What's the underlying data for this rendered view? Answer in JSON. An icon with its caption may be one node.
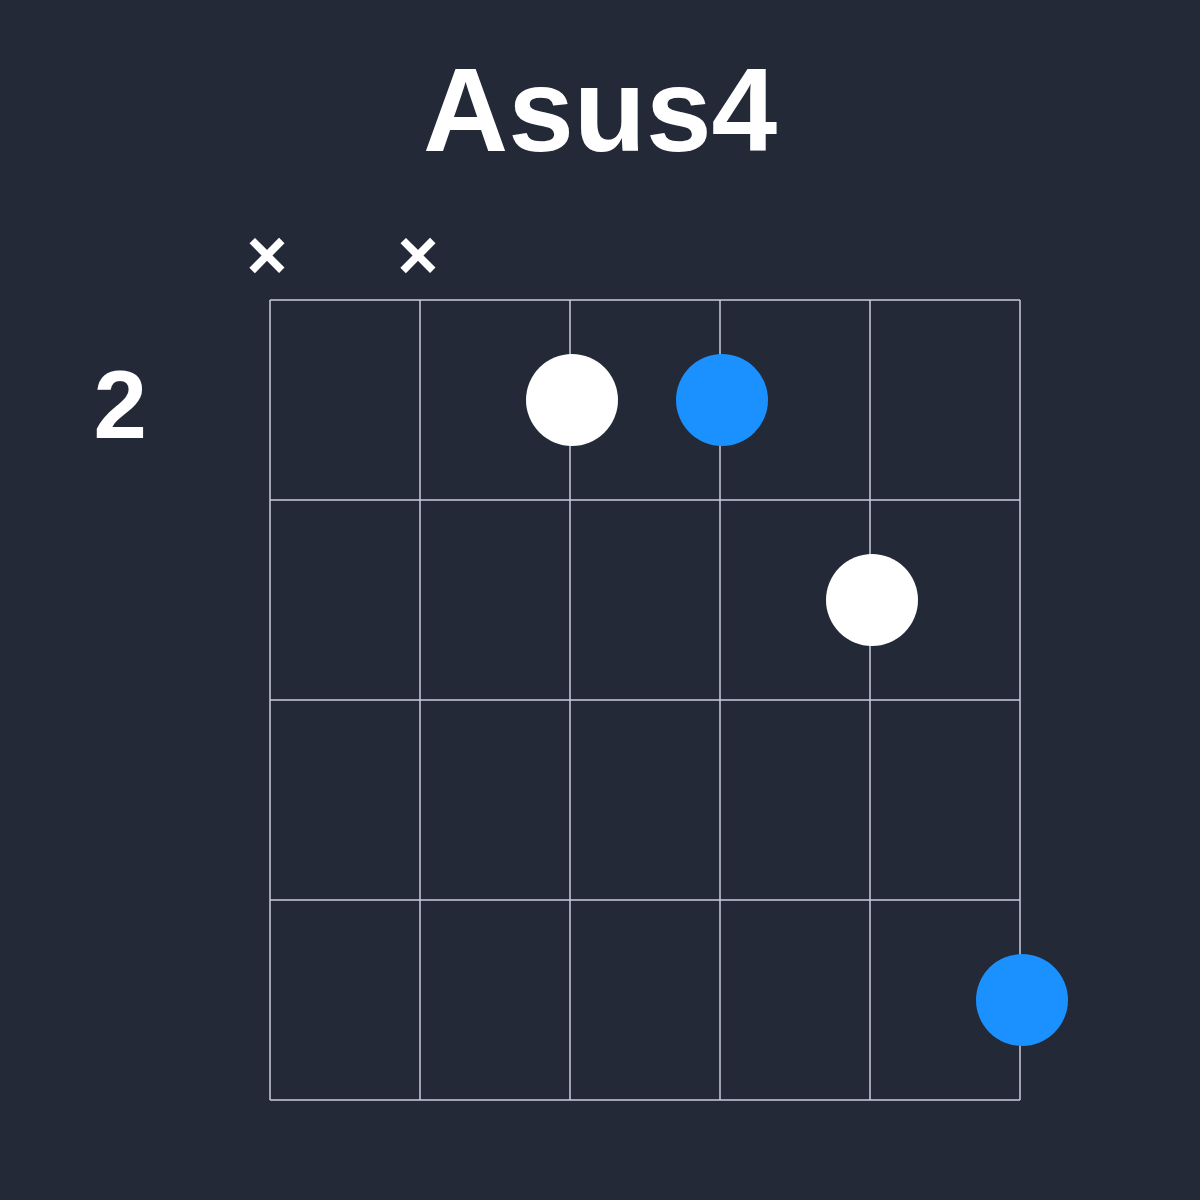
{
  "diagram": {
    "title": "Asus4",
    "nodes": [
      {
        "text": [],
        "shape": "circle"
      },
      {
        "text": [],
        "shape": "circle"
      },
      {
        "text": [],
        "shape": "circle"
      },
      {
        "text": [],
        "shape": "circle"
      }
    ],
    "labels": [
      "×",
      "×",
      "2"
    ]
  }
}
